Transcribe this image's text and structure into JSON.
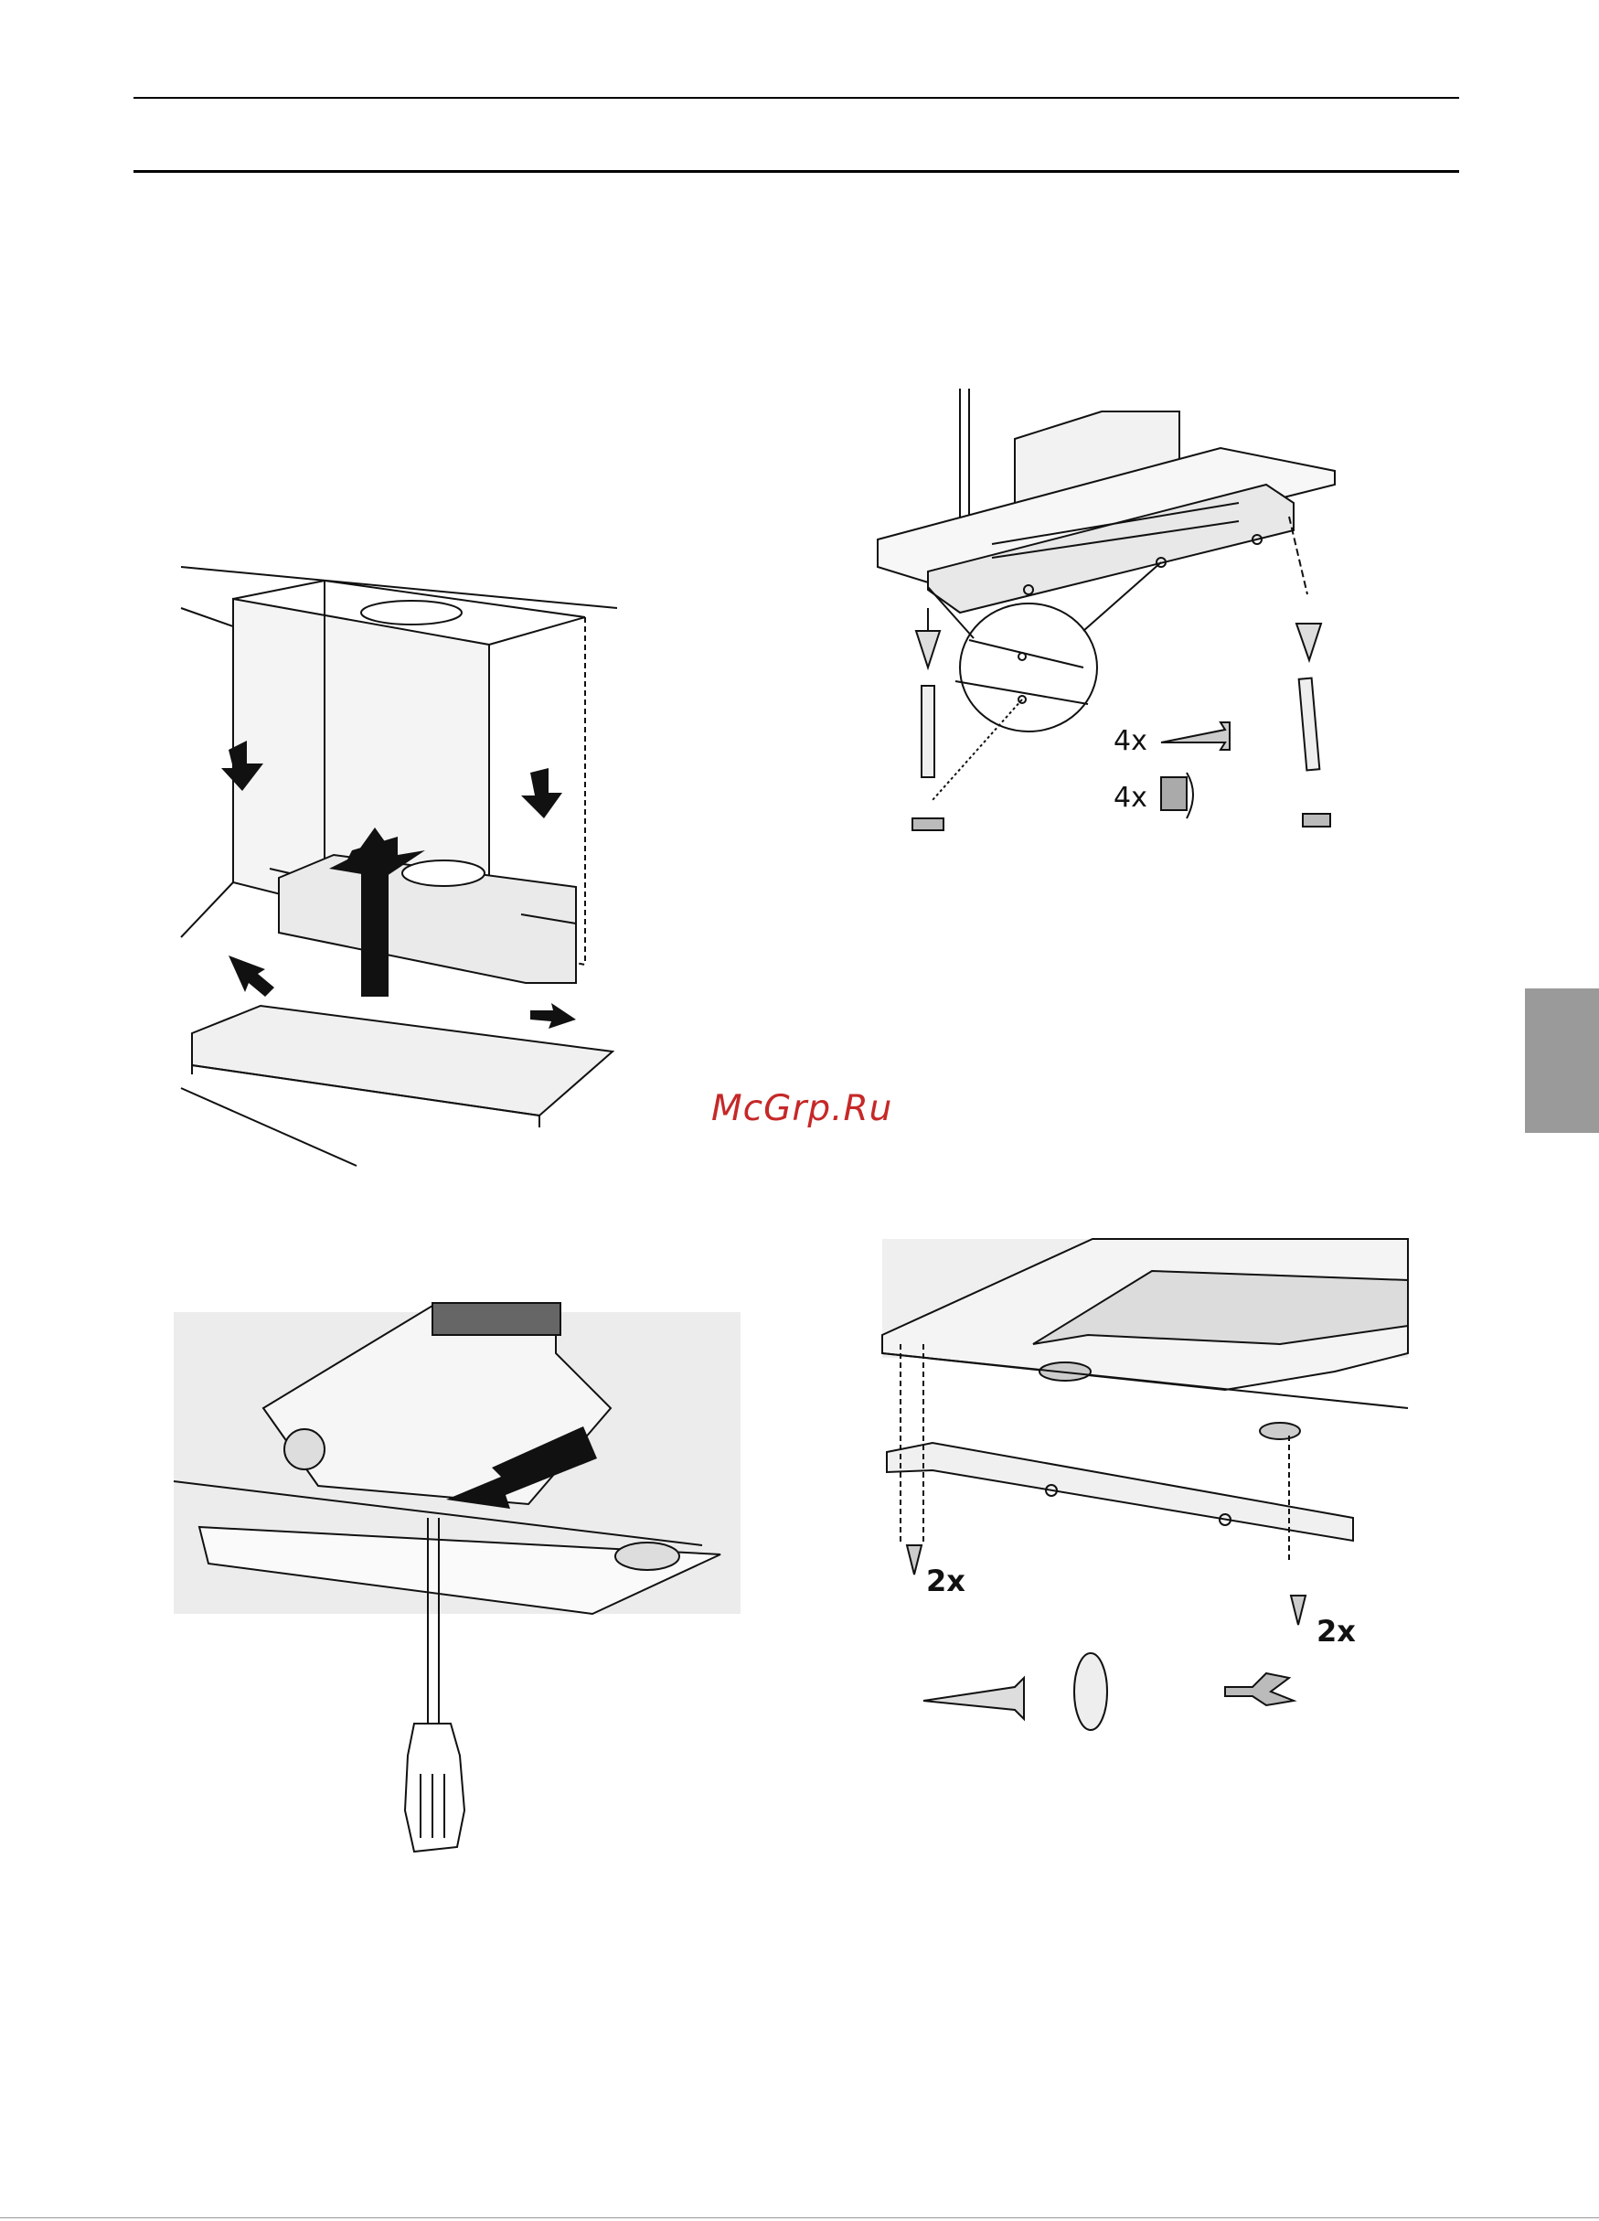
{
  "watermark": "McGrp.Ru",
  "figure_top_right": {
    "screw_count_label": "4x",
    "cap_count_label": "4x"
  },
  "figure_bottom_right": {
    "left_screw_count_label": "2x",
    "right_screw_count_label": "2x"
  }
}
